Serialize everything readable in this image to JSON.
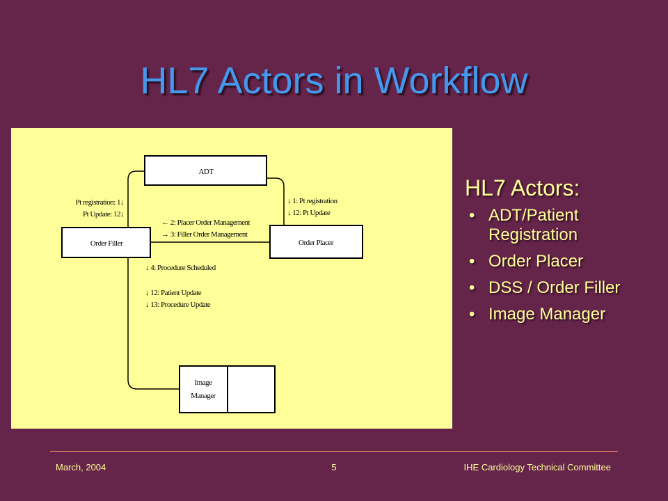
{
  "colors": {
    "background": "#65244a",
    "title": "#4499ee",
    "panel": "#ffff99",
    "text": "#ffff99",
    "footer": "#ffff99",
    "rule": "#ff9966",
    "diagram_line": "#000000"
  },
  "slide": {
    "title": "HL7 Actors in Workflow"
  },
  "diagram": {
    "actors": {
      "adt": "ADT",
      "order_filler": "Order Filler",
      "order_placer": "Order Placer",
      "image_manager_line1": "Image",
      "image_manager_line2": "Manager"
    },
    "labels": {
      "left_top_1": "Pt registration: 1↓",
      "left_top_2": "Pt Update: 12↓",
      "right_top_1": "↓ 1: Pt registration",
      "right_top_2": "↓ 12: Pt Update",
      "mid_1": "← 2: Placer Order Management",
      "mid_2": "→ 3: Filler Order Management",
      "lower_1": "↓ 4: Procedure Scheduled",
      "lower_2": "↓ 12: Patient Update",
      "lower_3": "↓ 13: Procedure Update"
    }
  },
  "actors_panel": {
    "heading": "HL7 Actors:",
    "bullet_char": "•",
    "items": [
      {
        "line1": "ADT/Patient",
        "line2": "Registration"
      },
      {
        "line1": "Order Placer",
        "line2": ""
      },
      {
        "line1": "DSS / Order Filler",
        "line2": ""
      },
      {
        "line1": "Image Manager",
        "line2": ""
      }
    ]
  },
  "footer": {
    "date": "March, 2004",
    "page": "5",
    "org": "IHE Cardiology Technical Committee"
  }
}
